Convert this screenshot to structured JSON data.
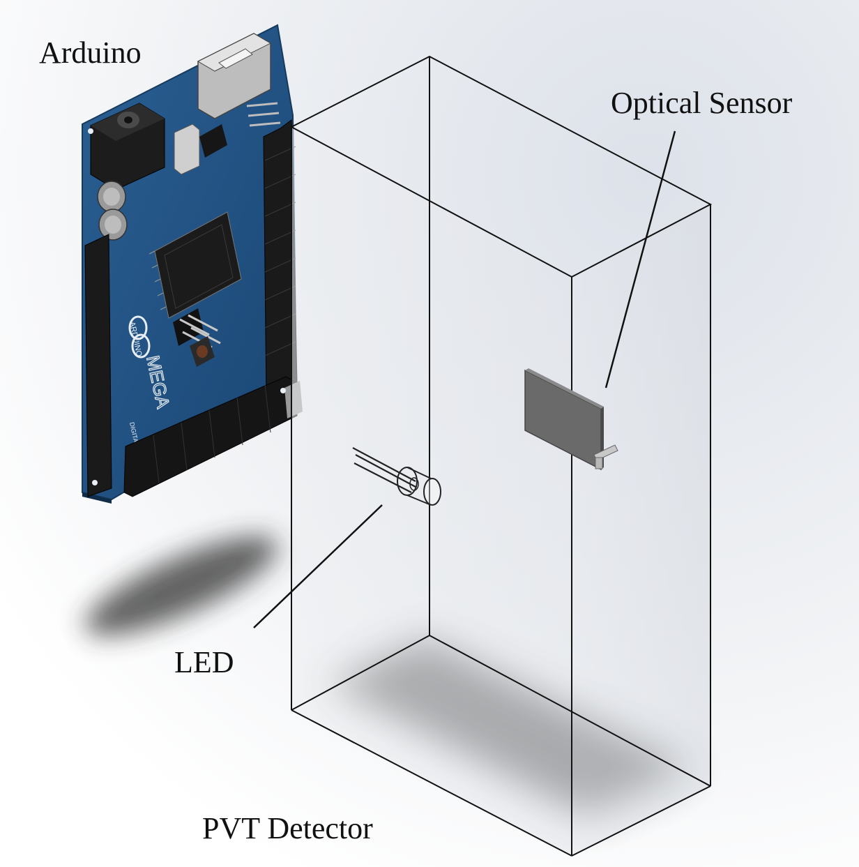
{
  "labels": {
    "arduino": "Arduino",
    "optical_sensor": "Optical Sensor",
    "led": "LED",
    "pvt_detector": "PVT Detector"
  },
  "board_text": {
    "brand": "ARDUINO",
    "model": "MEGA",
    "digital": "DIGITAL"
  },
  "colors": {
    "board": "#1f4e7d",
    "board_edge": "#163a5e",
    "header": "#1a1a1a",
    "box_edge": "#111111",
    "sensor": "#6a6a6a",
    "leader": "#111111"
  }
}
